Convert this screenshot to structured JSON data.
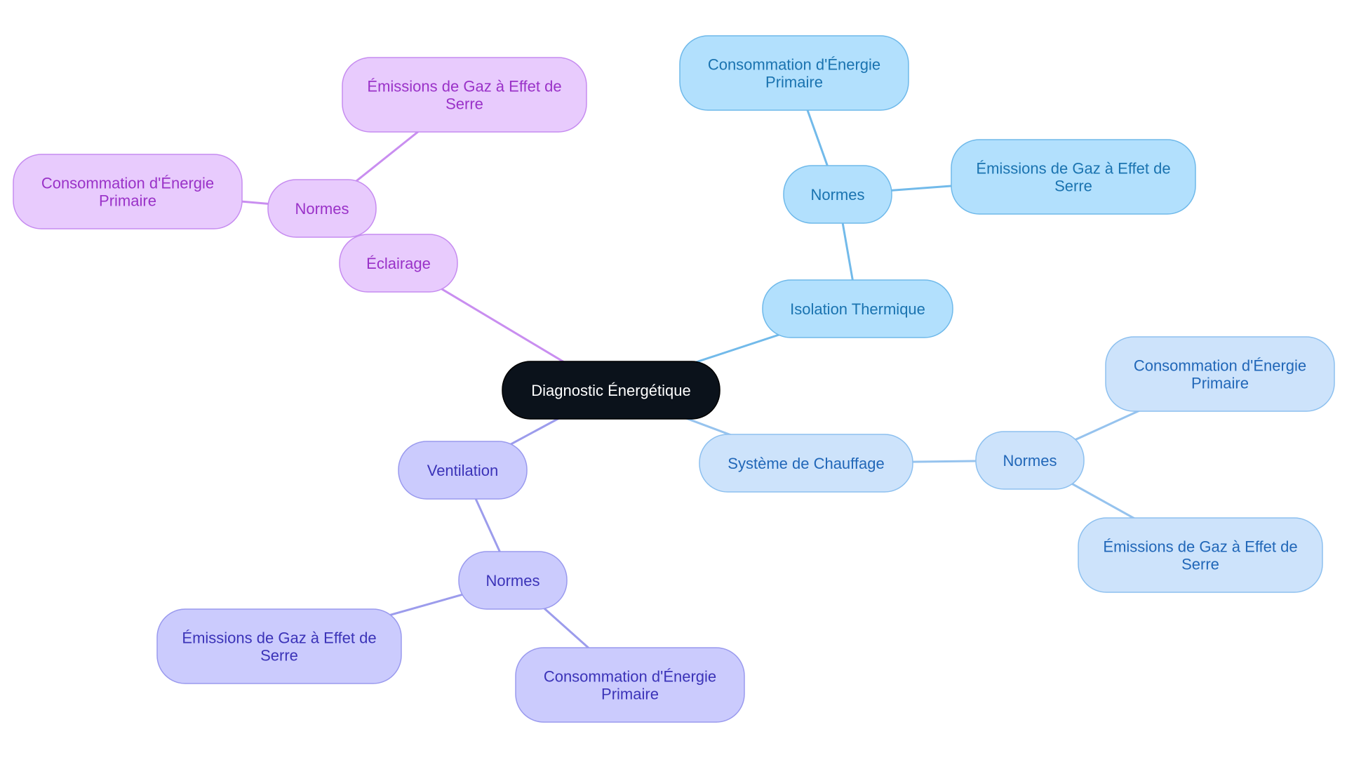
{
  "root": {
    "label": "Diagnostic Énergétique",
    "fill": "#0b121b",
    "stroke": "#000000",
    "text_color": "#ffffff"
  },
  "branches": {
    "eclairage": {
      "label": "Éclairage",
      "colors": {
        "fill": "#e8cbfd",
        "stroke": "#c68cf0",
        "text": "#9a32c8",
        "line": "#c98ef0"
      },
      "normes": {
        "label": "Normes",
        "leaf_ges": [
          "Émissions de Gaz à Effet de",
          "Serre"
        ],
        "leaf_conso": [
          "Consommation d'Énergie",
          "Primaire"
        ]
      }
    },
    "isolation": {
      "label": "Isolation Thermique",
      "colors": {
        "fill": "#b2e0fd",
        "stroke": "#6fb9ea",
        "text": "#1a73b0",
        "line": "#72baea"
      },
      "normes": {
        "label": "Normes",
        "leaf_conso": [
          "Consommation d'Énergie",
          "Primaire"
        ],
        "leaf_ges": [
          "Émissions de Gaz à Effet de",
          "Serre"
        ]
      }
    },
    "chauffage": {
      "label": "Système de Chauffage",
      "colors": {
        "fill": "#cde3fb",
        "stroke": "#8dc0ef",
        "text": "#2167b8",
        "line": "#96c3ee"
      },
      "normes": {
        "label": "Normes",
        "leaf_conso": [
          "Consommation d'Énergie",
          "Primaire"
        ],
        "leaf_ges": [
          "Émissions de Gaz à Effet de",
          "Serre"
        ]
      }
    },
    "ventilation": {
      "label": "Ventilation",
      "colors": {
        "fill": "#cbcbfd",
        "stroke": "#9a9aee",
        "text": "#3b33b8",
        "line": "#9c9cec"
      },
      "normes": {
        "label": "Normes",
        "leaf_ges": [
          "Émissions de Gaz à Effet de",
          "Serre"
        ],
        "leaf_conso": [
          "Consommation d'Énergie",
          "Primaire"
        ]
      }
    }
  }
}
